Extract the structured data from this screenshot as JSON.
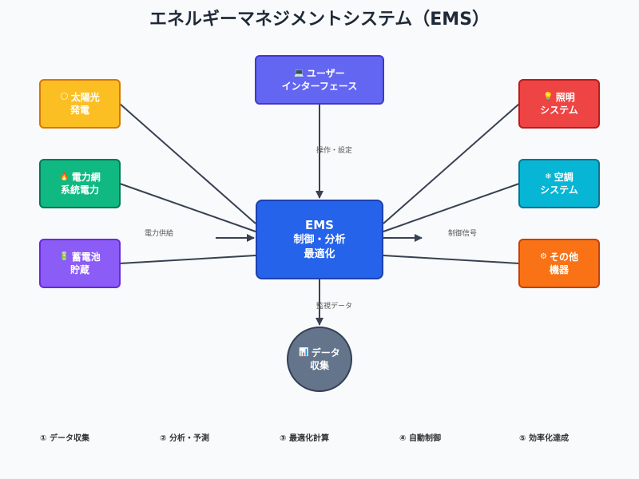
{
  "title": "エネルギーマネジメントシステム（EMS）",
  "center": {
    "line1": "EMS",
    "line2": "制御・分析",
    "line3": "最適化"
  },
  "nodes": {
    "solar": {
      "icon": "🌕",
      "line1": "太陽光",
      "line2": "発電",
      "color": "#fbbf24"
    },
    "grid": {
      "icon": "🔥",
      "line1": "電力網",
      "line2": "系統電力",
      "color": "#10b981"
    },
    "battery": {
      "icon": "🔋",
      "line1": "蓄電池",
      "line2": "貯蔵",
      "color": "#8b5cf6"
    },
    "ui": {
      "icon": "💻",
      "line1": "ユーザー",
      "line2": "インターフェース",
      "color": "#6366f1"
    },
    "lighting": {
      "icon": "💡",
      "line1": "照明",
      "line2": "システム",
      "color": "#ef4444"
    },
    "hvac": {
      "icon": "❄",
      "line1": "空調",
      "line2": "システム",
      "color": "#06b6d4"
    },
    "other": {
      "icon": "⚙",
      "line1": "その他",
      "line2": "機器",
      "color": "#f97316"
    },
    "data": {
      "icon": "📊",
      "line1": "データ",
      "line2": "収集",
      "color": "#64748b"
    }
  },
  "labels": {
    "power_supply": "電力供給",
    "control_signal": "制御信号",
    "operation": "操作・設定",
    "monitoring": "監視データ"
  },
  "steps": [
    "① データ収集",
    "② 分析・予測",
    "③ 最適化計算",
    "④ 自動制御",
    "⑤ 効率化達成"
  ]
}
